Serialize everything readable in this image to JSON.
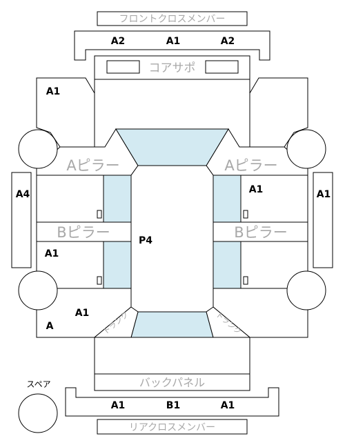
{
  "labels": {
    "front_cross_member": "フロントクロスメンバー",
    "core_support": "コアサポ",
    "a_pillar_left": "Aピラー",
    "a_pillar_right": "Aピラー",
    "b_pillar_left": "Bピラー",
    "b_pillar_right": "Bピラー",
    "back_panel": "バックパネル",
    "rear_cross_member": "リアクロスメンバー",
    "spare": "スペア",
    "trunk_left": "トランク",
    "trunk_right": "トランク"
  },
  "codes": {
    "front_cross_left": "A2",
    "front_cross_center": "A1",
    "front_cross_right": "A2",
    "front_fender_left": "A1",
    "side_left": "A4",
    "side_right": "A1",
    "right_front_door": "A1",
    "roof": "P4",
    "left_rear_door": "A1",
    "left_rear_fender_upper": "A1",
    "left_rear_fender_lower": "A",
    "rear_cross_left": "A1",
    "rear_cross_center": "B1",
    "rear_cross_right": "A1"
  }
}
